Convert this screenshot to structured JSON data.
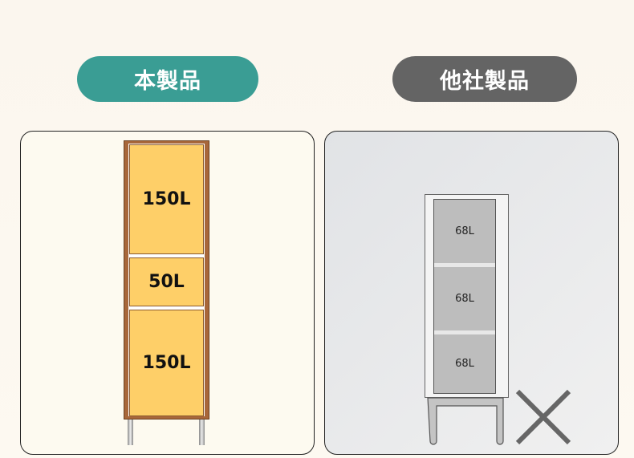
{
  "left": {
    "label": "本製品",
    "color": "#3a9d94",
    "compartments": [
      "150L",
      "50L",
      "150L"
    ]
  },
  "right": {
    "label": "他社製品",
    "color": "#646464",
    "compartments": [
      "68L",
      "68L",
      "68L"
    ],
    "mark": "x-mark-icon"
  }
}
